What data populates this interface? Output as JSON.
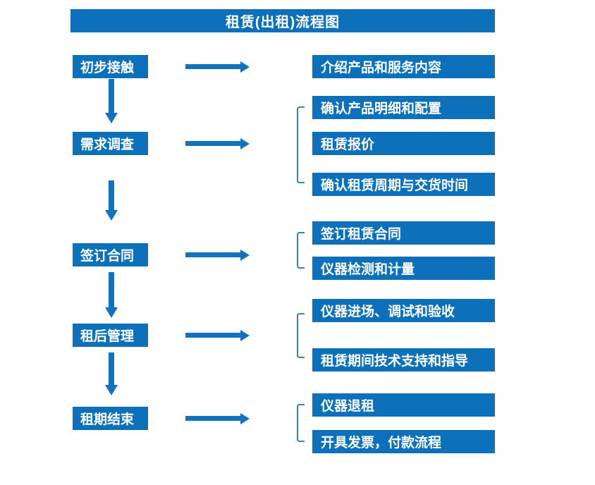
{
  "title": "租赁(出租)流程图",
  "colors": {
    "box": "#0d70ba",
    "arrow": "#1173bd",
    "bracket": "#3b7ec0",
    "text": "#ffffff",
    "background": "#ffffff"
  },
  "steps": [
    {
      "label": "初步接触",
      "outputs": [
        "介绍产品和服务内容"
      ]
    },
    {
      "label": "需求调查",
      "outputs": [
        "确认产品明细和配置",
        "租赁报价",
        "确认租赁周期与交货时间"
      ]
    },
    {
      "label": "签订合同",
      "outputs": [
        "签订租赁合同",
        "仪器检测和计量"
      ]
    },
    {
      "label": "租后管理",
      "outputs": [
        "仪器进场、调试和验收",
        "租赁期间技术支持和指导"
      ]
    },
    {
      "label": "租期结束",
      "outputs": [
        "仪器退租",
        "开具发票，付款流程"
      ]
    }
  ]
}
